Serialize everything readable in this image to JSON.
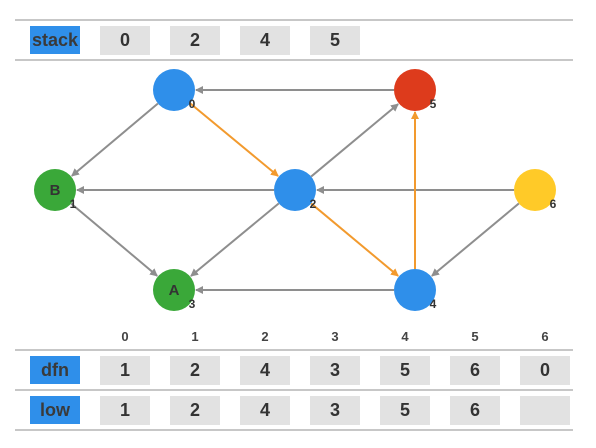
{
  "stack": {
    "label": "stack",
    "values": [
      "0",
      "2",
      "4",
      "5"
    ]
  },
  "graph": {
    "nodes": [
      {
        "id": "0",
        "letter": "",
        "number": "0",
        "color": "#2f8fea"
      },
      {
        "id": "5",
        "letter": "",
        "number": "5",
        "color": "#dd3b1c"
      },
      {
        "id": "B",
        "letter": "B",
        "number": "1",
        "color": "#3aa839"
      },
      {
        "id": "2",
        "letter": "",
        "number": "2",
        "color": "#2f8fea"
      },
      {
        "id": "6",
        "letter": "",
        "number": "6",
        "color": "#ffca28"
      },
      {
        "id": "A",
        "letter": "A",
        "number": "3",
        "color": "#3aa839"
      },
      {
        "id": "4",
        "letter": "",
        "number": "4",
        "color": "#2f8fea"
      }
    ],
    "edges": [
      {
        "from": "5",
        "to": "0",
        "color": "gray"
      },
      {
        "from": "0",
        "to": "B",
        "color": "gray"
      },
      {
        "from": "0",
        "to": "2",
        "color": "orange"
      },
      {
        "from": "2",
        "to": "5",
        "color": "gray"
      },
      {
        "from": "2",
        "to": "B",
        "color": "gray"
      },
      {
        "from": "6",
        "to": "2",
        "color": "gray"
      },
      {
        "from": "B",
        "to": "A",
        "color": "gray"
      },
      {
        "from": "2",
        "to": "A",
        "color": "gray"
      },
      {
        "from": "2",
        "to": "4",
        "color": "orange"
      },
      {
        "from": "4",
        "to": "5",
        "color": "orange"
      },
      {
        "from": "6",
        "to": "4",
        "color": "gray"
      },
      {
        "from": "4",
        "to": "A",
        "color": "gray"
      }
    ]
  },
  "index_row": [
    "0",
    "1",
    "2",
    "3",
    "4",
    "5",
    "6"
  ],
  "dfn": {
    "label": "dfn",
    "values": [
      "1",
      "2",
      "4",
      "3",
      "5",
      "6",
      "0"
    ]
  },
  "low": {
    "label": "low",
    "values": [
      "1",
      "2",
      "4",
      "3",
      "5",
      "6",
      ""
    ]
  },
  "colors": {
    "gray_edge": "#8e8e8e",
    "orange_edge": "#f29a2e",
    "label_bg": "#2f8fea",
    "cell_bg": "#e2e2e2"
  }
}
